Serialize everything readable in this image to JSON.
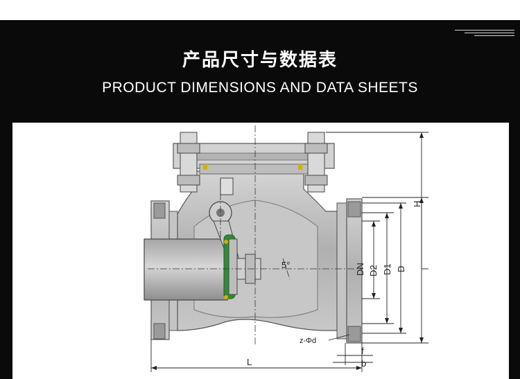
{
  "header": {
    "title_cn": "产品尺寸与数据表",
    "title_en": "PRODUCT DIMENSIONS AND DATA SHEETS"
  },
  "drawing": {
    "labels": {
      "h": "H",
      "d": "D",
      "d1": "D1",
      "d2": "D2",
      "dn": "DN",
      "l": "L",
      "f": "f",
      "b": "b",
      "bolt_holes": "z-Φd",
      "angle": "5°"
    }
  },
  "colors": {
    "background": "#0a0a0a",
    "panel": "#ffffff",
    "seat_ring": "#2e8b3a",
    "body_gray": "#b9b9b9"
  }
}
